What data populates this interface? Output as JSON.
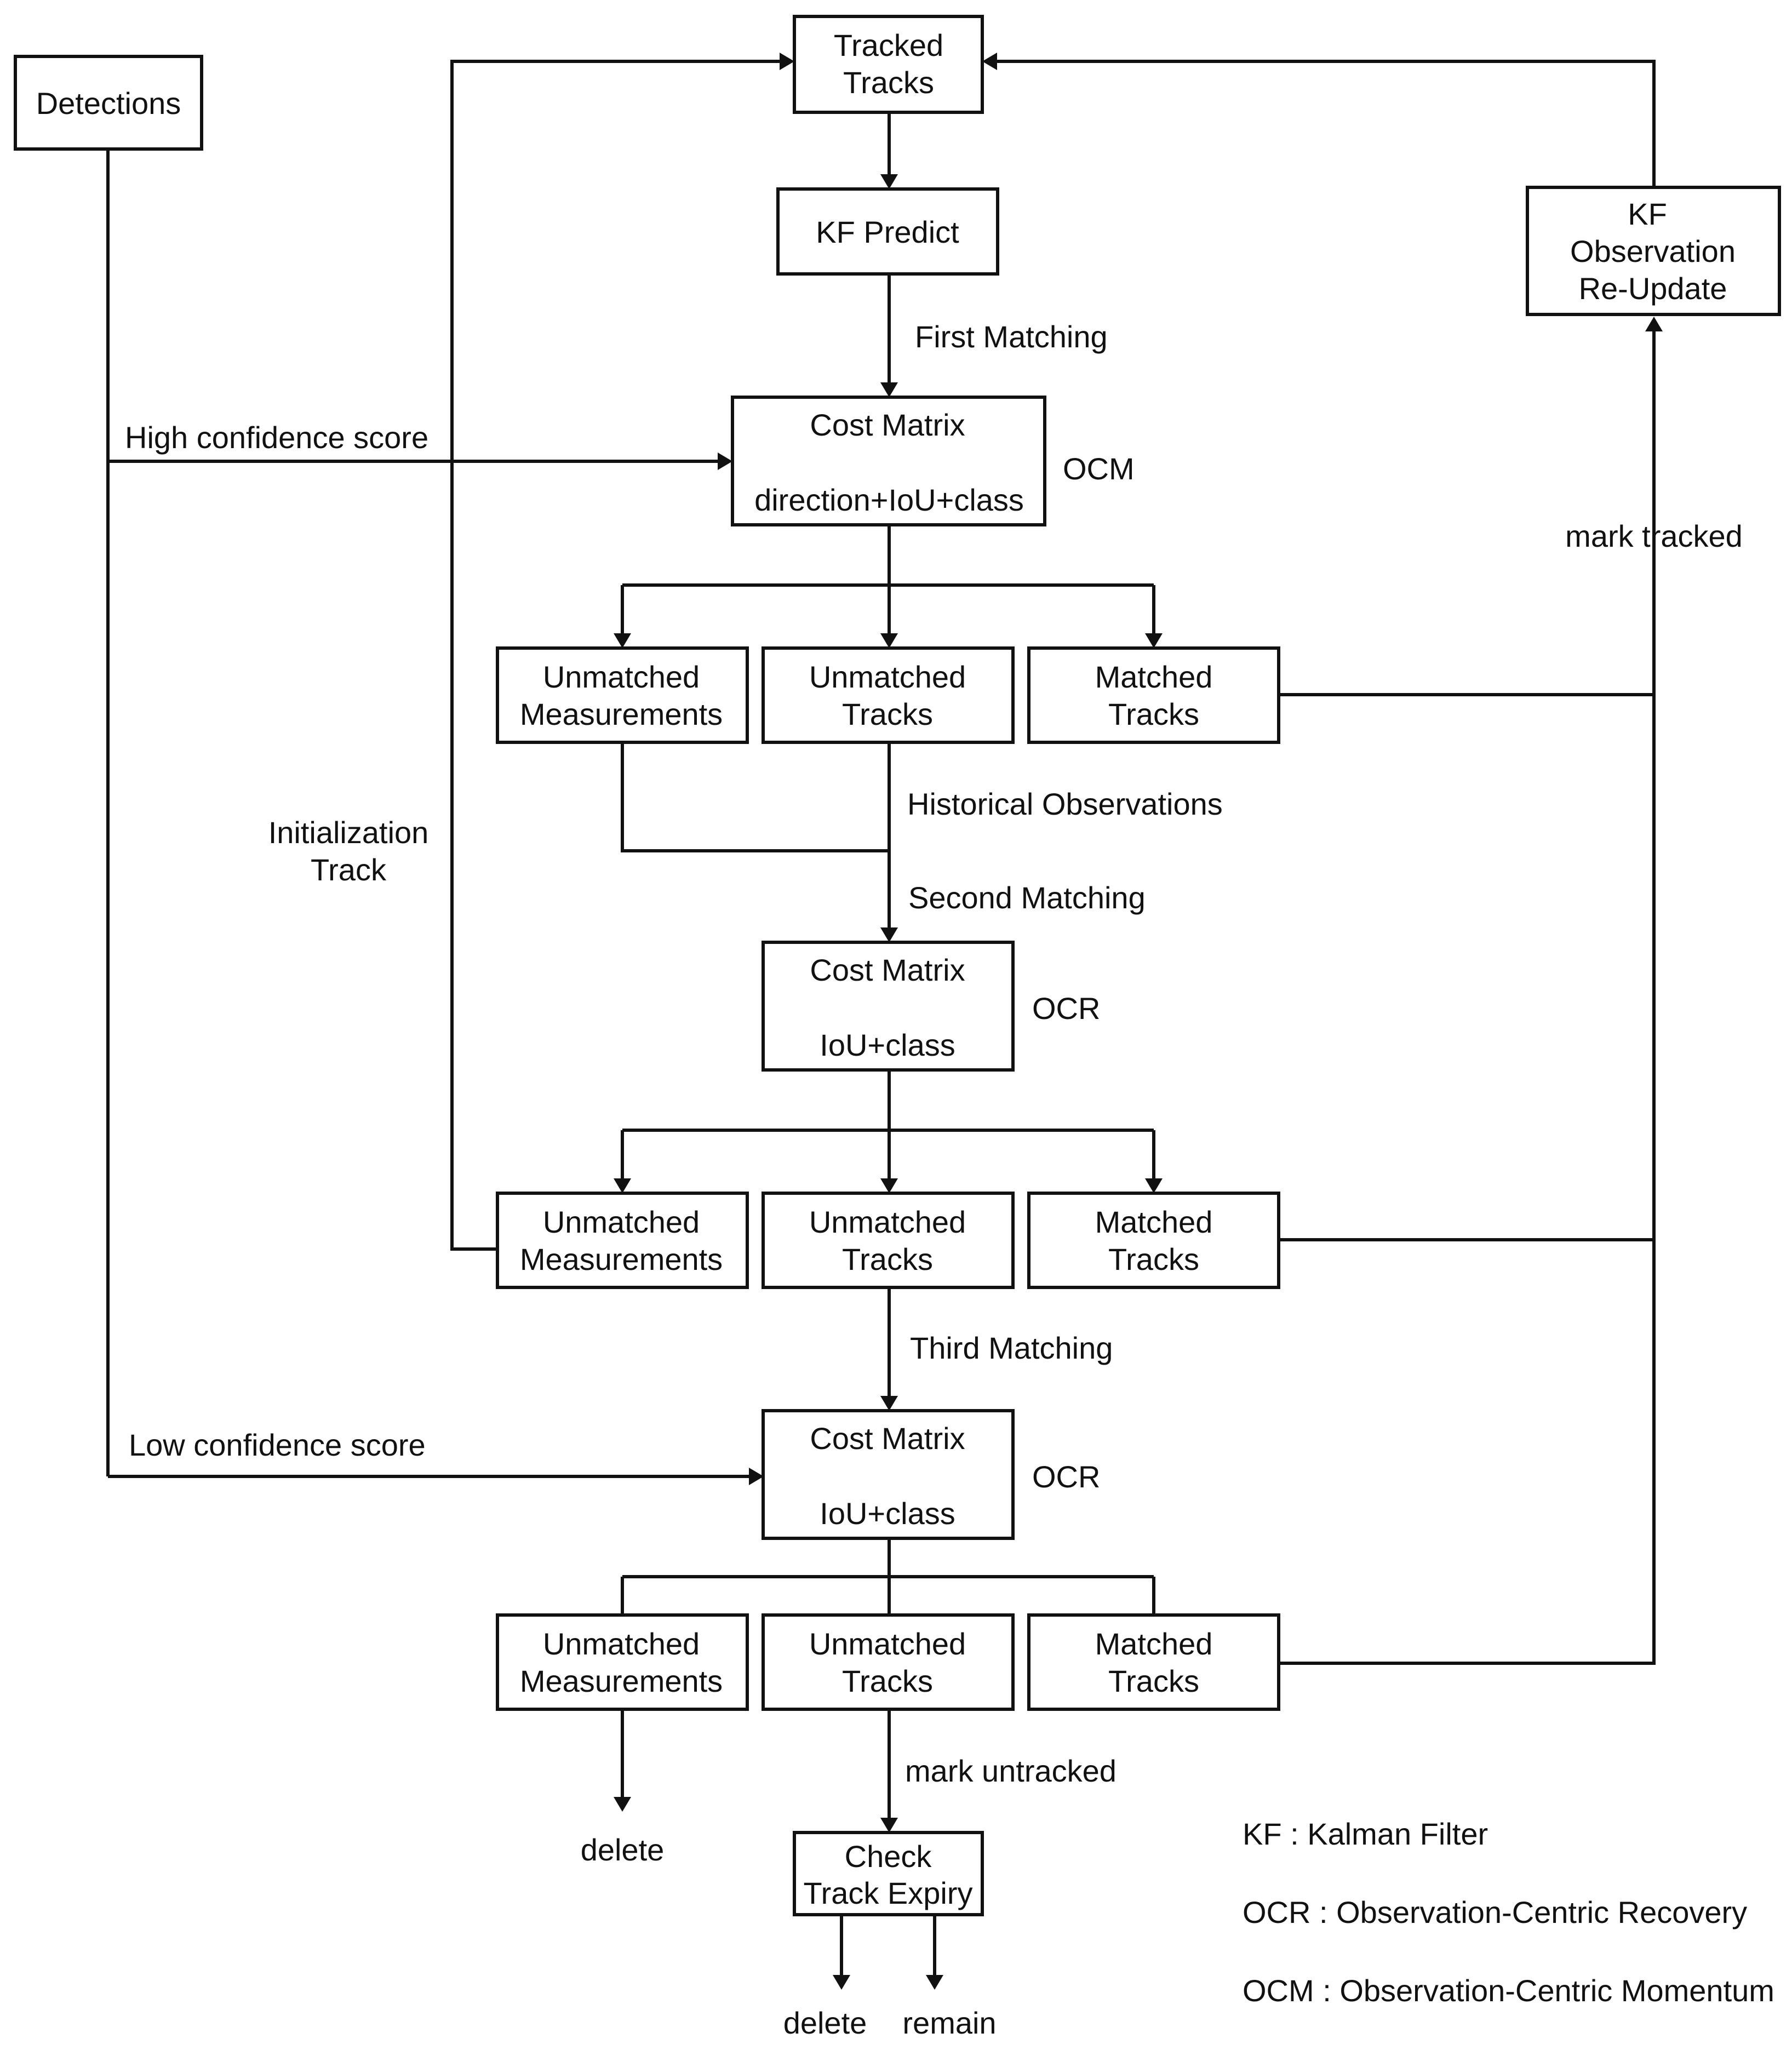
{
  "diagram": {
    "nodes": {
      "detections": "Detections",
      "tracked_tracks_1": "Tracked",
      "tracked_tracks_2": "Tracks",
      "kf_predict": "KF Predict",
      "kf_reupdate_1": "KF",
      "kf_reupdate_2": "Observation",
      "kf_reupdate_3": "Re-Update",
      "cost1_title": "Cost Matrix",
      "cost1_sub": "direction+IoU+class",
      "cost2_title": "Cost Matrix",
      "cost2_sub": "IoU+class",
      "cost3_title": "Cost Matrix",
      "cost3_sub": "IoU+class",
      "unmatched_meas_1": "Unmatched",
      "unmatched_meas_2": "Measurements",
      "unmatched_tracks_1": "Unmatched",
      "unmatched_tracks_2": "Tracks",
      "matched_tracks_1": "Matched",
      "matched_tracks_2": "Tracks",
      "check_expiry_1": "Check",
      "check_expiry_2": "Track Expiry"
    },
    "labels": {
      "first_matching": "First Matching",
      "second_matching": "Second Matching",
      "third_matching": "Third Matching",
      "high_conf": "High confidence score",
      "low_conf": "Low confidence score",
      "ocm": "OCM",
      "ocr": "OCR",
      "mark_tracked": "mark tracked",
      "historical": "Historical Observations",
      "init_track_1": "Initialization",
      "init_track_2": "Track",
      "mark_untracked": "mark untracked",
      "delete": "delete",
      "remain": "remain"
    },
    "legend": {
      "kf": "KF : Kalman Filter",
      "ocr": "OCR : Observation-Centric Recovery",
      "ocm": "OCM : Observation-Centric Momentum"
    }
  }
}
